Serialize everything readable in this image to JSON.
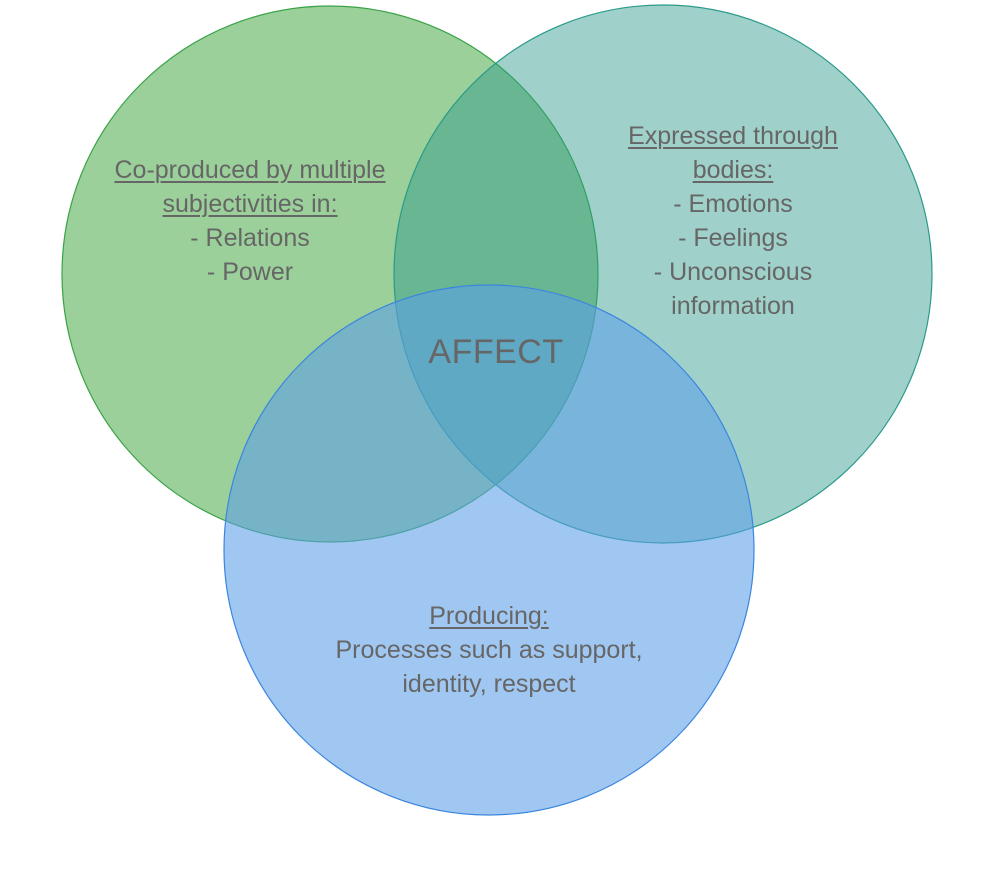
{
  "diagram": {
    "type": "venn",
    "center_label": "AFFECT",
    "sets": [
      {
        "id": "co-produced",
        "title_lines": [
          "Co-produced by multiple",
          "subjectivities in:"
        ],
        "items": [
          "- Relations",
          "- Power"
        ],
        "fill": "#93cc91",
        "stroke": "#3aa348"
      },
      {
        "id": "expressed",
        "title_lines": [
          "Expressed through",
          "bodies:"
        ],
        "items": [
          "- Emotions",
          "- Feelings",
          "- Unconscious",
          "information"
        ],
        "fill": "#8ecabf",
        "stroke": "#2b9a8a"
      },
      {
        "id": "producing",
        "title_lines": [
          "Producing:"
        ],
        "items": [
          "Processes such as support,",
          "identity, respect"
        ],
        "fill": "#98c0f2",
        "stroke": "#3b86dd"
      }
    ]
  }
}
